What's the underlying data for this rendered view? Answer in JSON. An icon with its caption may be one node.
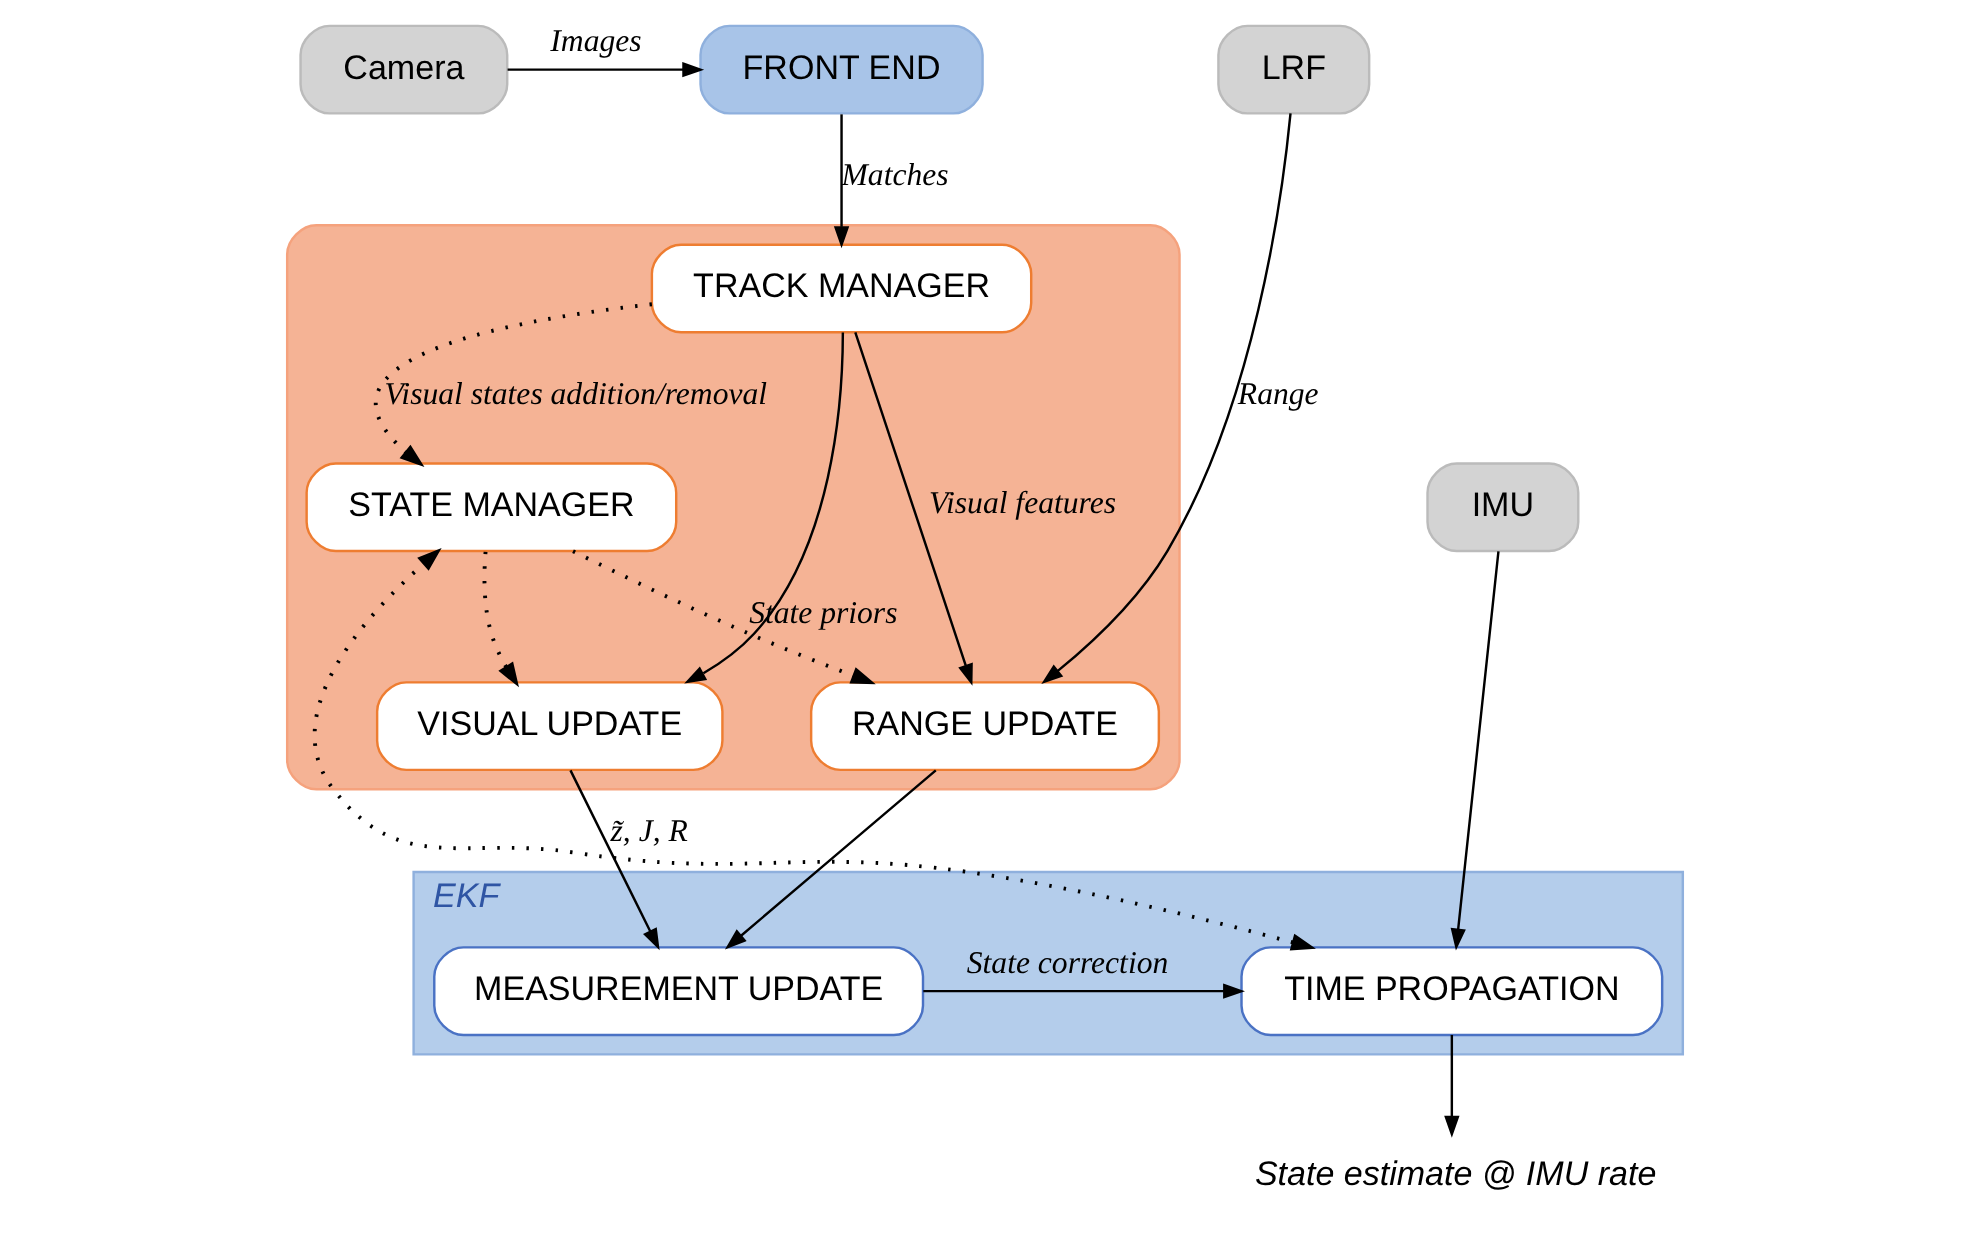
{
  "diagram": {
    "nodes": [
      {
        "text": [
          "Camera"
        ]
      },
      {
        "text": [
          "FRONT END"
        ]
      },
      {
        "text": [
          "LRF"
        ]
      },
      {
        "text": [],
        "shape": "box"
      },
      {
        "text": [
          "TRACK MANAGER"
        ],
        "in": 3
      },
      {
        "text": [
          "STATE MANAGER"
        ],
        "in": 3
      },
      {
        "text": [
          "RANGE UPDATE"
        ],
        "in": 3
      },
      {
        "text": [
          "VISUAL UPDATE"
        ],
        "in": 3
      },
      {
        "text": [
          "EKF"
        ]
      },
      {
        "text": [
          "IMU"
        ]
      },
      {
        "text": [
          "TIME PROPAGATION"
        ],
        "in": 8
      },
      {
        "text": [
          "MEASUREMENT UPDATE"
        ],
        "in": 8
      },
      {
        "text": [
          "State estimate @ IMU rate"
        ]
      }
    ],
    "edges": [
      {
        "from": 0,
        "to": 1,
        "arrow": "to",
        "label": "Images"
      },
      {
        "from": 1,
        "to": 4,
        "arrow": "to",
        "label": "Matches"
      },
      {
        "from": 2,
        "to": 6,
        "arrow": "to",
        "label": "Range"
      },
      {
        "from": 4,
        "to": 5,
        "arrow": "to",
        "style": "dashed",
        "label": "Visual states addition/removal"
      },
      {
        "from": 4,
        "to": 6,
        "arrow": "to",
        "label": "Visual features"
      },
      {
        "from": 4,
        "to": 7,
        "arrow": "to"
      },
      {
        "from": 5,
        "to": 6,
        "arrow": "to",
        "style": "dashed",
        "label": "State priors"
      },
      {
        "from": 5,
        "to": 7,
        "arrow": "to",
        "style": "dashed"
      },
      {
        "from": 10,
        "to": 5,
        "arrow": "both",
        "style": "dashed"
      },
      {
        "from": 9,
        "to": 10,
        "arrow": "to"
      },
      {
        "from": 7,
        "to": 11,
        "arrow": "to",
        "label": "z̃, J, R"
      },
      {
        "from": 6,
        "to": 11,
        "arrow": "to"
      },
      {
        "from": 11,
        "to": 10,
        "arrow": "to",
        "label": "State correction"
      },
      {
        "from": 10,
        "to": 12,
        "arrow": "to"
      }
    ]
  }
}
